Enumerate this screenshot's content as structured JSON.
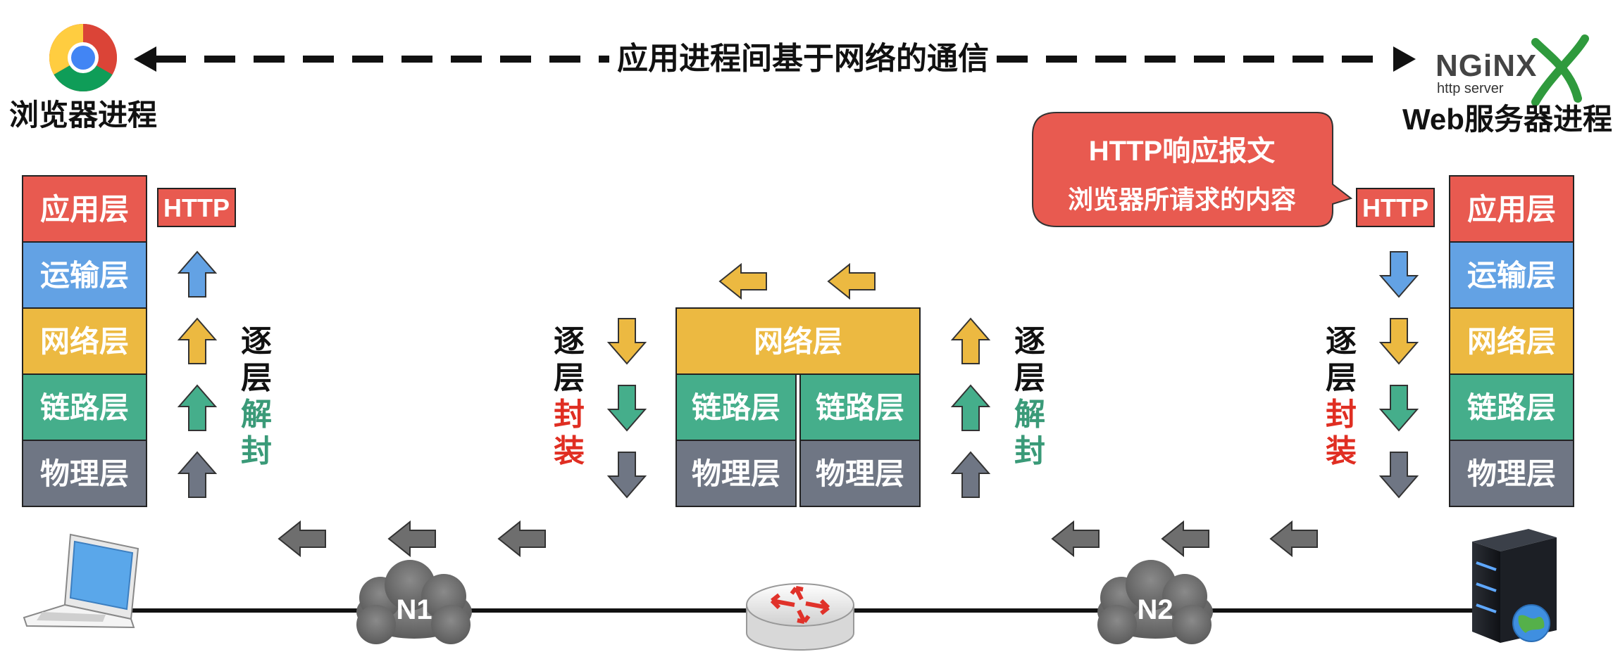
{
  "title": "应用进程间基于网络的通信",
  "browser_label": "浏览器进程",
  "server_label": "Web服务器进程",
  "nginx": {
    "name": "NGiNX",
    "sub": "http server"
  },
  "layers": {
    "application": "应用层",
    "transport": "运输层",
    "network": "网络层",
    "link": "链路层",
    "physical": "物理层"
  },
  "protocol": "HTTP",
  "callout": {
    "line1": "HTTP响应报文",
    "line2": "浏览器所请求的内容"
  },
  "process_decap": [
    "逐",
    "层",
    "解",
    "封"
  ],
  "process_encap": [
    "逐",
    "层",
    "封",
    "装"
  ],
  "networks": {
    "n1": "N1",
    "n2": "N2"
  },
  "colors": {
    "application": "#e85a50",
    "transport": "#63a2e4",
    "network": "#ecb941",
    "link": "#45ae8b",
    "physical": "#6f7684",
    "text_dark": "#111111",
    "decap_accent": "#3a9a78",
    "encap_accent": "#e02e22",
    "arrow_gray": "#6e6e6e"
  },
  "icons": [
    "chrome-icon",
    "nginx-logo",
    "laptop-icon",
    "router-icon",
    "server-icon",
    "cloud-icon"
  ]
}
